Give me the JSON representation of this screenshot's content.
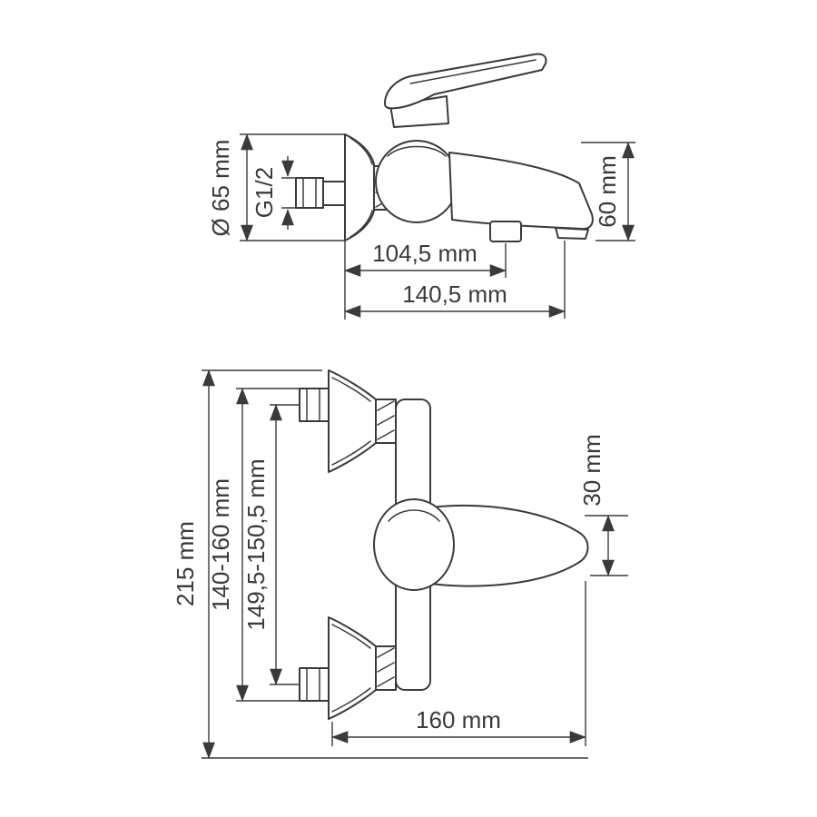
{
  "top_view": {
    "labels": {
      "diameter": "Ø 65 mm",
      "thread": "G1/2",
      "depth_inner": "104,5 mm",
      "depth_outer": "140,5 mm",
      "spout_drop": "60 mm"
    }
  },
  "front_view": {
    "labels": {
      "total_height": "215 mm",
      "mount_range": "140-160 mm",
      "center_distance": "149,5-150,5 mm",
      "handle_offset": "30 mm",
      "total_width": "160 mm"
    }
  },
  "colors": {
    "line": "#3a3a3a",
    "text": "#3a3a3a",
    "background": "#ffffff"
  }
}
